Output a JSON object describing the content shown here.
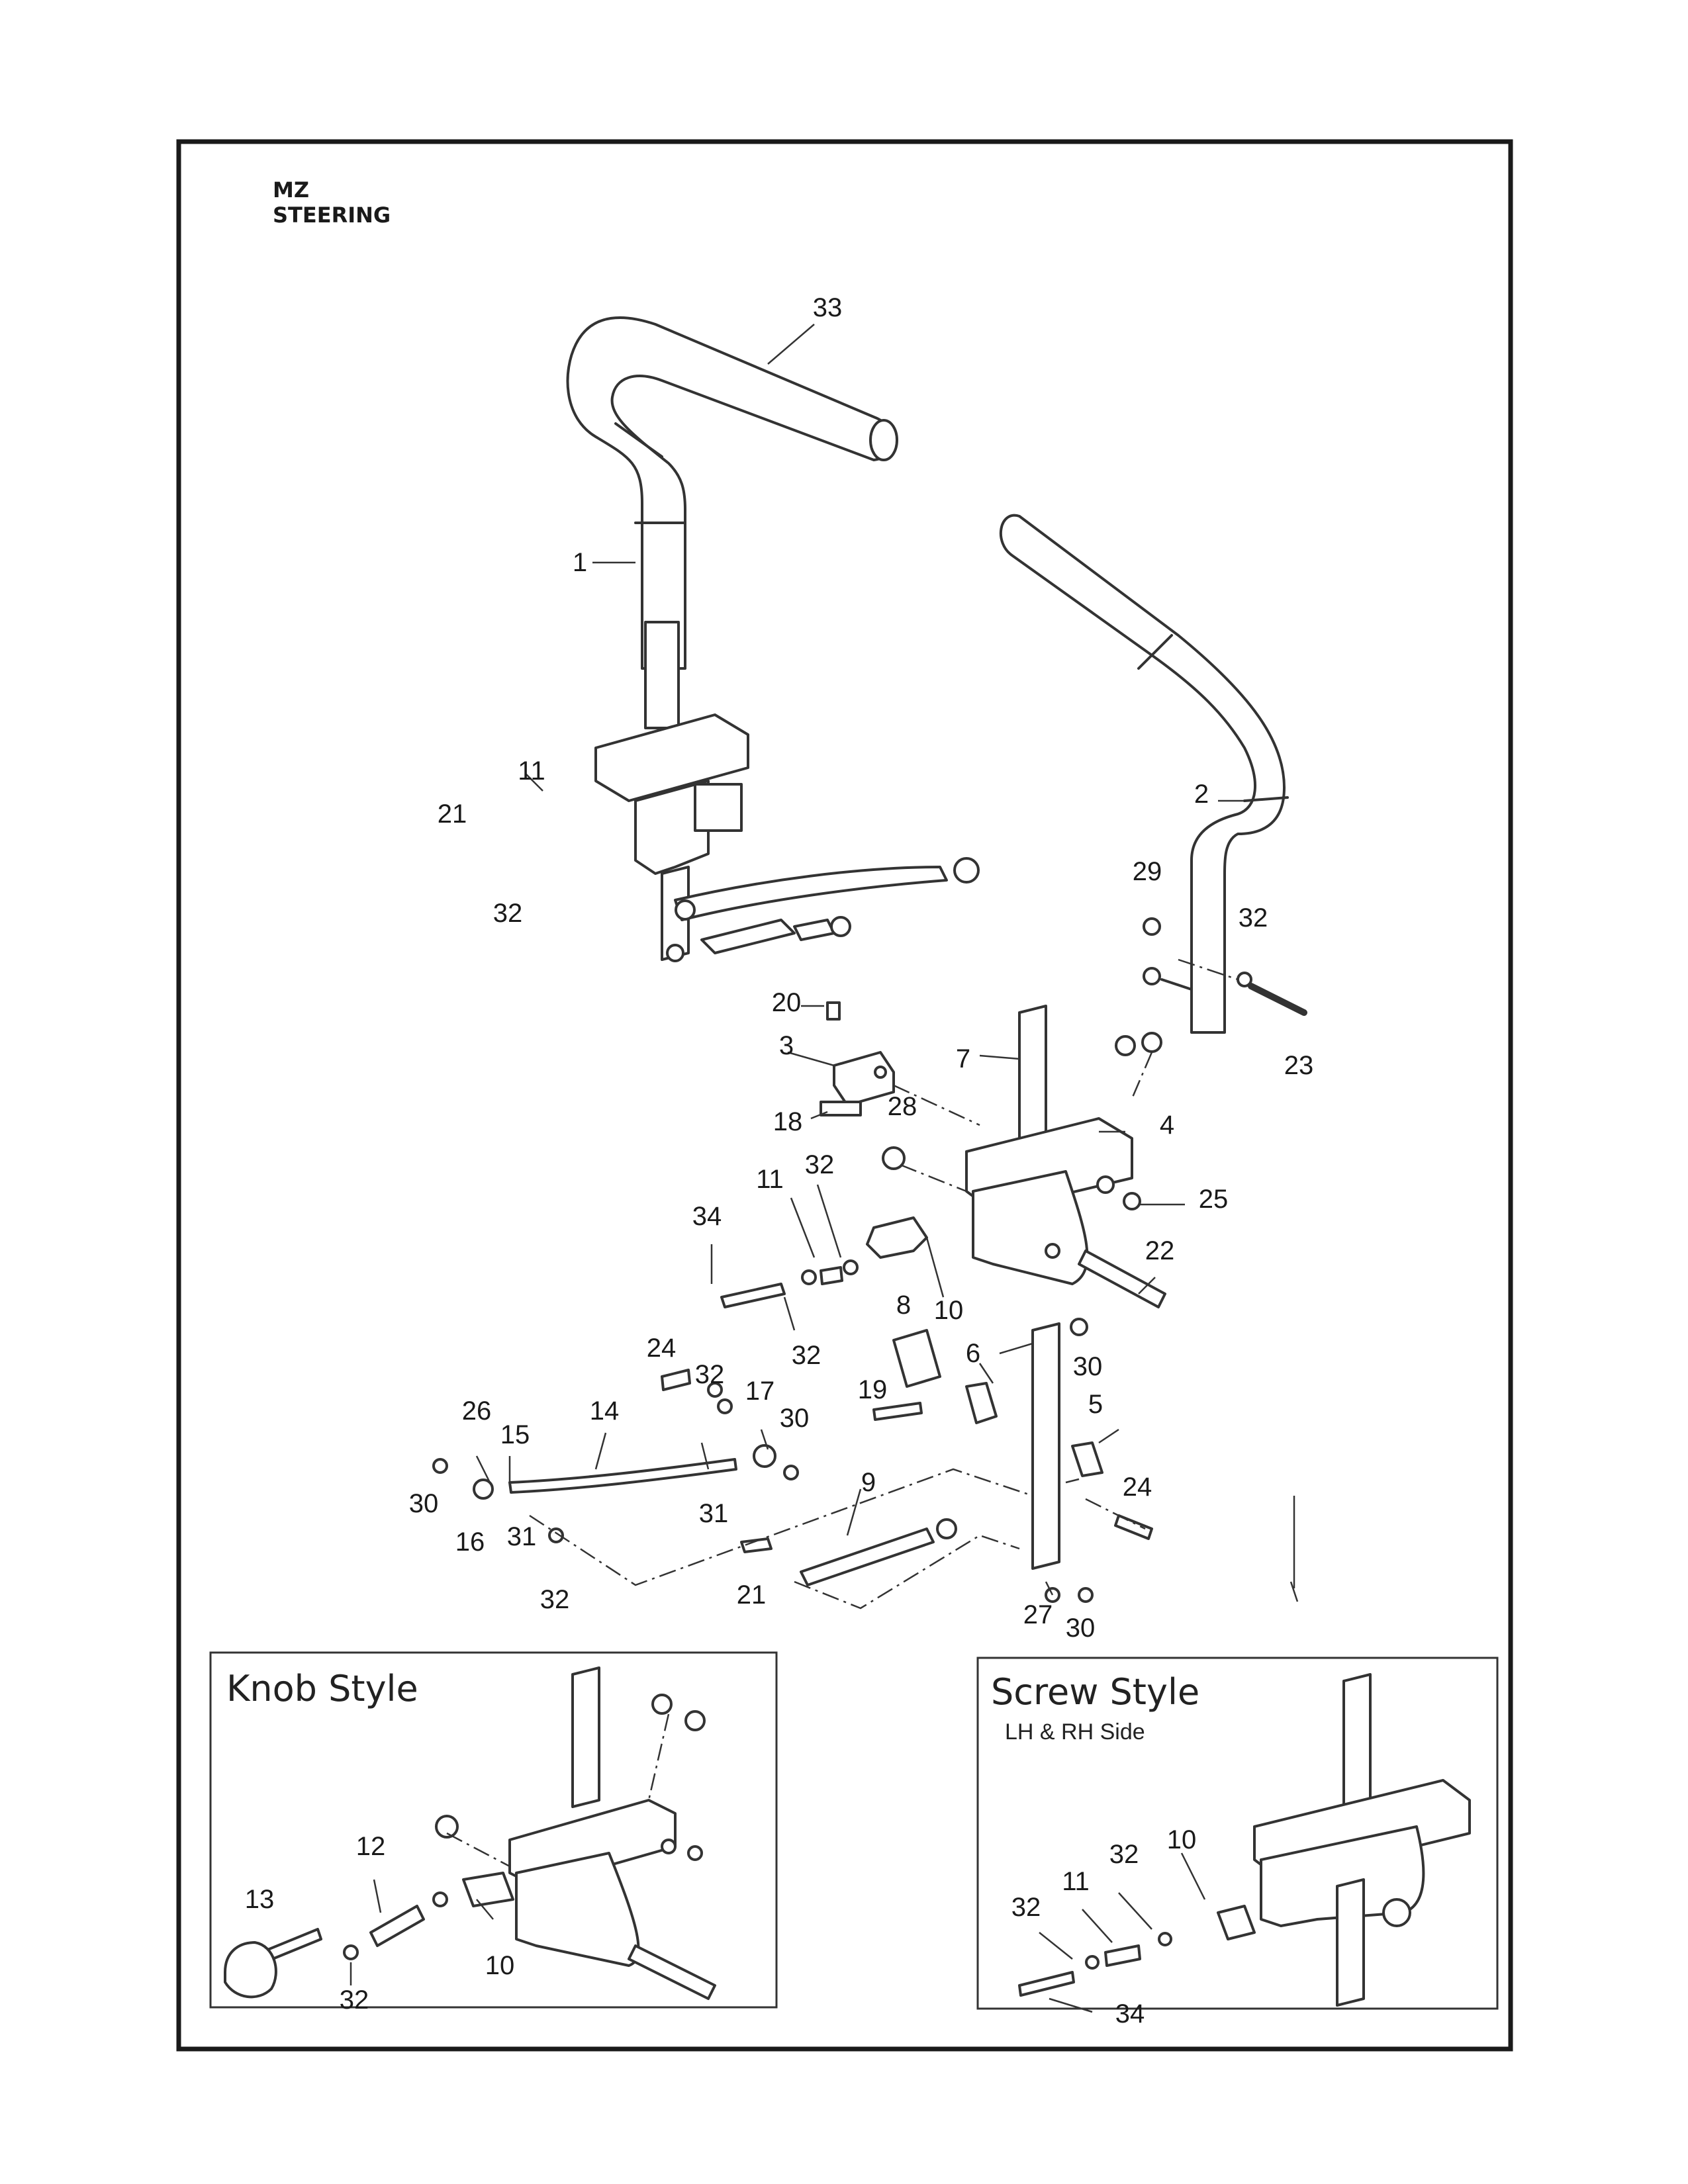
{
  "header": {
    "line1": "MZ",
    "line2": "STEERING"
  },
  "insets": {
    "knob": {
      "title": "Knob Style"
    },
    "screw": {
      "title": "Screw Style",
      "subtitle": "LH & RH Side"
    }
  },
  "main_callouts": [
    {
      "id": "c33",
      "text": "33"
    },
    {
      "id": "c1",
      "text": "1"
    },
    {
      "id": "c2",
      "text": "2"
    },
    {
      "id": "c11a",
      "text": "11"
    },
    {
      "id": "c21a",
      "text": "21"
    },
    {
      "id": "c32a",
      "text": "32"
    },
    {
      "id": "c29",
      "text": "29"
    },
    {
      "id": "c32b",
      "text": "32"
    },
    {
      "id": "c23",
      "text": "23"
    },
    {
      "id": "c20",
      "text": "20"
    },
    {
      "id": "c3",
      "text": "3"
    },
    {
      "id": "c7",
      "text": "7"
    },
    {
      "id": "c4",
      "text": "4"
    },
    {
      "id": "c18",
      "text": "18"
    },
    {
      "id": "c28",
      "text": "28"
    },
    {
      "id": "c25",
      "text": "25"
    },
    {
      "id": "c11b",
      "text": "11"
    },
    {
      "id": "c32c",
      "text": "32"
    },
    {
      "id": "c34a",
      "text": "34"
    },
    {
      "id": "c10a",
      "text": "10"
    },
    {
      "id": "c22",
      "text": "22"
    },
    {
      "id": "c32d",
      "text": "32"
    },
    {
      "id": "c8",
      "text": "8"
    },
    {
      "id": "c6",
      "text": "6"
    },
    {
      "id": "c30a",
      "text": "30"
    },
    {
      "id": "c24a",
      "text": "24"
    },
    {
      "id": "c32e",
      "text": "32"
    },
    {
      "id": "c17",
      "text": "17"
    },
    {
      "id": "c30b",
      "text": "30"
    },
    {
      "id": "c19",
      "text": "19"
    },
    {
      "id": "c5",
      "text": "5"
    },
    {
      "id": "c26",
      "text": "26"
    },
    {
      "id": "c15",
      "text": "15"
    },
    {
      "id": "c14",
      "text": "14"
    },
    {
      "id": "c30c",
      "text": "30"
    },
    {
      "id": "c16",
      "text": "16"
    },
    {
      "id": "c31a",
      "text": "31"
    },
    {
      "id": "c31b",
      "text": "31"
    },
    {
      "id": "c9",
      "text": "9"
    },
    {
      "id": "c24b",
      "text": "24"
    },
    {
      "id": "c32f",
      "text": "32"
    },
    {
      "id": "c21b",
      "text": "21"
    },
    {
      "id": "c27",
      "text": "27"
    },
    {
      "id": "c30d",
      "text": "30"
    }
  ],
  "knob_callouts": [
    {
      "id": "k12",
      "text": "12"
    },
    {
      "id": "k13",
      "text": "13"
    },
    {
      "id": "k10",
      "text": "10"
    },
    {
      "id": "k32",
      "text": "32"
    }
  ],
  "screw_callouts": [
    {
      "id": "s32a",
      "text": "32"
    },
    {
      "id": "s10",
      "text": "10"
    },
    {
      "id": "s11",
      "text": "11"
    },
    {
      "id": "s32b",
      "text": "32"
    },
    {
      "id": "s34",
      "text": "34"
    }
  ]
}
